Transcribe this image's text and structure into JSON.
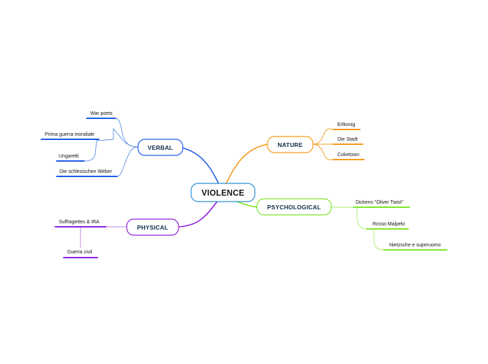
{
  "map": {
    "central": {
      "label": "VIOLENCE",
      "color": "#2a8fd6"
    },
    "branches": [
      {
        "key": "verbal",
        "label": "VERBAL",
        "color": "#1e5ae8",
        "subcolor": "#5b8fe0",
        "leaves": [
          "War poets",
          "Prima guerra mondiale",
          "Ungaretti",
          "Die schlesischen Weber"
        ]
      },
      {
        "key": "nature",
        "label": "NATURE",
        "color": "#f59a1a",
        "subcolor": "#f59a1a",
        "leaves": [
          "Erlkonig",
          "Die Stadt",
          "Coketown"
        ]
      },
      {
        "key": "psychological",
        "label": "PSYCHOLOGICAL",
        "color": "#7ee52a",
        "subcolor": "#a6ef6a",
        "leaves": [
          "Dickens \"Oliver Twist\"",
          "Rosso Malpelo",
          "Nietzsche e superuomo"
        ]
      },
      {
        "key": "physical",
        "label": "PHYSICAL",
        "color": "#8e1ee0",
        "subcolor": "#b884ea",
        "leaves": [
          "Suffragettes & IRA",
          "Guerra civil"
        ]
      }
    ]
  }
}
